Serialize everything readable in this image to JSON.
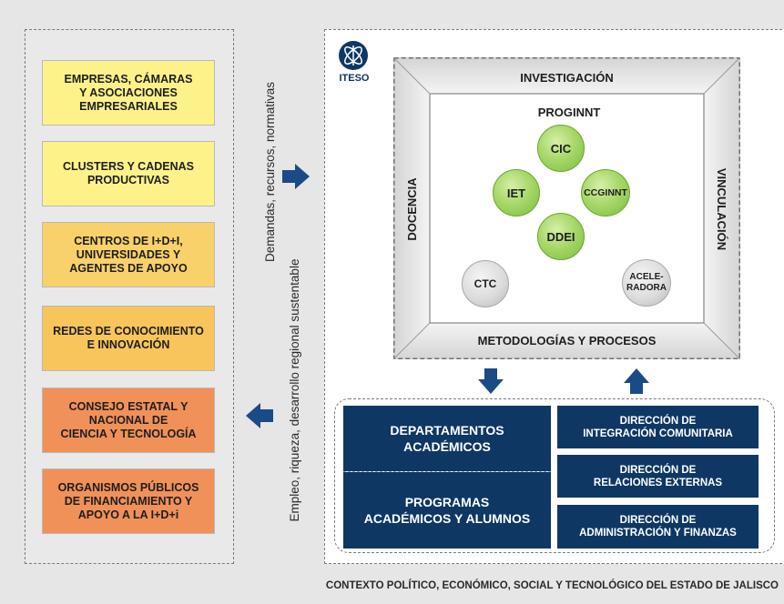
{
  "left_boxes": [
    {
      "label": "EMPRESAS, CÁMARAS\nY ASOCIACIONES\nEMPRESARIALES",
      "color": "#fdf28a"
    },
    {
      "label": "CLUSTERS Y CADENAS\nPRODUCTIVAS",
      "color": "#fdf28a"
    },
    {
      "label": "CENTROS DE I+D+I,\nUNIVERSIDADES Y\nAGENTES DE APOYO",
      "color": "#f9d16a"
    },
    {
      "label": "REDES DE CONOCIMIENTO\nE INNOVACIÓN",
      "color": "#f7c55c"
    },
    {
      "label": "CONSEJO ESTATAL Y\nNACIONAL DE\nCIENCIA Y TECNOLOGÍA",
      "color": "#f0915a"
    },
    {
      "label": "ORGANISMOS PÚBLICOS\nDE FINANCIAMIENTO Y\nAPOYO A LA I+D+i",
      "color": "#f0915a"
    }
  ],
  "middle": {
    "top_text": "Demandas, recursos, normativas",
    "bottom_text": "Empleo, riqueza, desarrollo regional sustentable"
  },
  "logo": {
    "name": "ITESO"
  },
  "frame": {
    "top": "INVESTIGACIÓN",
    "left": "DOCENCIA",
    "right": "VINCULACIÓN",
    "bottom": "METODOLOGÍAS Y PROCESOS"
  },
  "proginnt": {
    "title": "PROGINNT",
    "circles": [
      "CIC",
      "IET",
      "CCGINNT",
      "DDEI"
    ],
    "extra": [
      "CTC",
      "ACELE-\nRADORA"
    ]
  },
  "units": {
    "left_top": "DEPARTAMENTOS\nACADÉMICOS",
    "left_bottom": "PROGRAMAS\nACADÉMICOS Y ALUMNOS",
    "right": [
      "DIRECCIÓN DE\nINTEGRACIÓN COMUNITARIA",
      "DIRECCIÓN DE\nRELACIONES EXTERNAS",
      "DIRECCIÓN DE\nADMINISTRACIÓN Y FINANZAS"
    ]
  },
  "footer": "CONTEXTO POLÍTICO, ECONÓMICO, SOCIAL Y TECNOLÓGICO DEL ESTADO DE JALISCO",
  "colors": {
    "navy": "#0e3764",
    "arrow": "#1b4b87",
    "green": "#8fcb4e"
  }
}
